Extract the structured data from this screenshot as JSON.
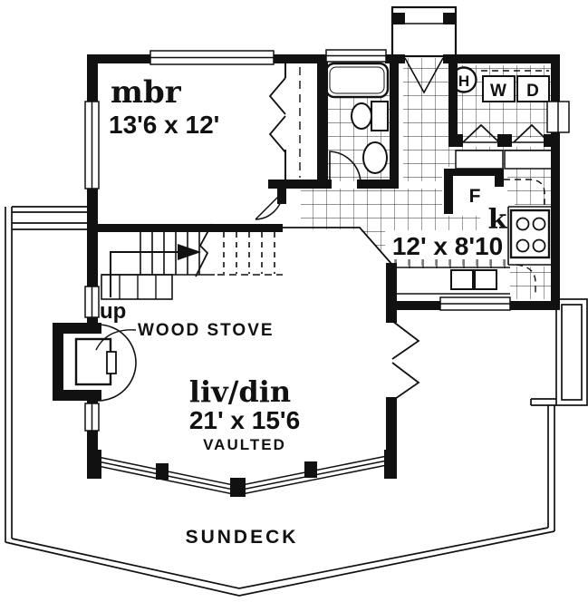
{
  "plan": {
    "title": "floor-plan",
    "rooms": {
      "master": {
        "label": "mbr",
        "dims": "13'6 x 12'"
      },
      "kitchen": {
        "label": "k",
        "dims": "12' x 8'10"
      },
      "living": {
        "label": "liv/din",
        "dims": "21' x 15'6",
        "note": "VAULTED"
      }
    },
    "labels": {
      "stairs_up": "up",
      "wood_stove": "WOOD  STOVE",
      "sundeck": "SUNDECK",
      "washer": "W",
      "dryer": "D",
      "water_heater": "H",
      "furnace": "F"
    },
    "colors": {
      "ink": "#111111",
      "paper": "#ffffff"
    }
  }
}
